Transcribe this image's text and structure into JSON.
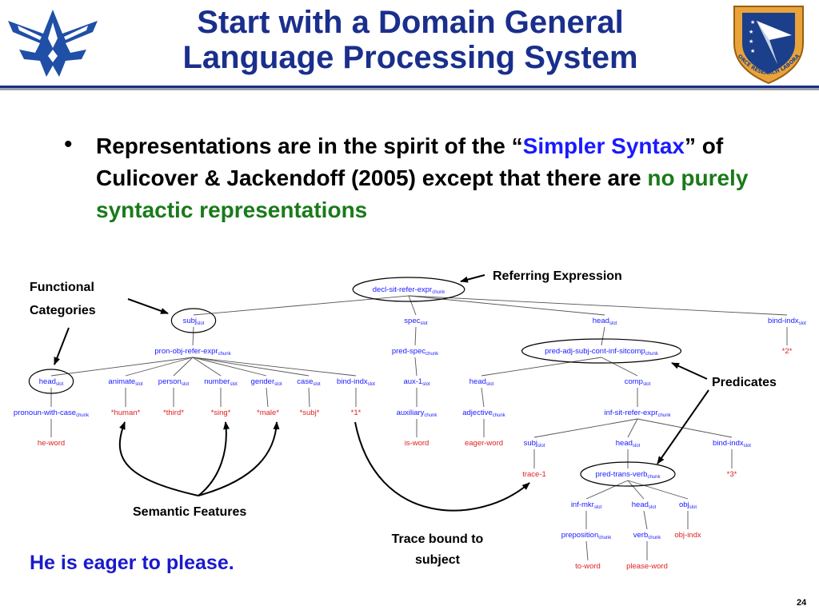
{
  "title": {
    "line1": "Start with a Domain General",
    "line2": "Language Processing System"
  },
  "bullet": {
    "part1": "Representations are in the spirit of the “",
    "term1": "Simpler Syntax",
    "part2": "” of Culicover & Jackendoff (2005) except that there are ",
    "term2": "no purely syntactic representations"
  },
  "annotations": {
    "functional_categories": "Functional Categories",
    "referring_expression": "Referring Expression",
    "predicates": "Predicates",
    "semantic_features": "Semantic Features",
    "trace_bound": "Trace bound to subject"
  },
  "sentence": "He is eager to please.",
  "page_number": "24",
  "colors": {
    "title": "#1a2f8c",
    "node_blue": "#1a1aff",
    "node_red": "#e02020",
    "simpler_syntax": "#1a1aff",
    "no_purely_syntactic": "#1a7a1a",
    "sentence": "#1a1acc",
    "rule_navy": "#1a2f8c",
    "rule_gray": "#9aa0a6"
  },
  "icons": {
    "left_logo": "air-force-wings-logo",
    "right_logo": "air-force-research-laboratory-seal"
  },
  "seal_text": "AIR FORCE RESEARCH LABORATORY",
  "tree": {
    "nodes": {
      "root": {
        "label": "decl-sit-refer-expr",
        "sub": "chunk",
        "color": "blue"
      },
      "subj1": {
        "label": "subj",
        "sub": "slot",
        "color": "blue"
      },
      "spec1": {
        "label": "spec",
        "sub": "slot",
        "color": "blue"
      },
      "head1": {
        "label": "head",
        "sub": "slot",
        "color": "blue"
      },
      "bindindx1": {
        "label": "bind-indx",
        "sub": "slot",
        "color": "blue"
      },
      "pron_obj": {
        "label": "pron-obj-refer-expr",
        "sub": "chunk",
        "color": "blue"
      },
      "pred_spec": {
        "label": "pred-spec",
        "sub": "chunk",
        "color": "blue"
      },
      "pred_adj": {
        "label": "pred-adj-subj-cont-inf-sitcomp",
        "sub": "chunk",
        "color": "blue"
      },
      "two": {
        "label": "*2*",
        "sub": "",
        "color": "red"
      },
      "head2": {
        "label": "head",
        "sub": "slot",
        "color": "blue"
      },
      "animate": {
        "label": "animate",
        "sub": "slot",
        "color": "blue"
      },
      "person": {
        "label": "person",
        "sub": "slot",
        "color": "blue"
      },
      "number": {
        "label": "number",
        "sub": "slot",
        "color": "blue"
      },
      "gender": {
        "label": "gender",
        "sub": "slot",
        "color": "blue"
      },
      "case": {
        "label": "case",
        "sub": "slot",
        "color": "blue"
      },
      "bindindx2": {
        "label": "bind-indx",
        "sub": "slot",
        "color": "blue"
      },
      "aux1": {
        "label": "aux-1",
        "sub": "slot",
        "color": "blue"
      },
      "head3": {
        "label": "head",
        "sub": "slot",
        "color": "blue"
      },
      "comp": {
        "label": "comp",
        "sub": "slot",
        "color": "blue"
      },
      "pronoun_case": {
        "label": "pronoun-with-case",
        "sub": "chunk",
        "color": "blue"
      },
      "human": {
        "label": "*human*",
        "sub": "",
        "color": "red"
      },
      "third": {
        "label": "*third*",
        "sub": "",
        "color": "red"
      },
      "sing": {
        "label": "*sing*",
        "sub": "",
        "color": "red"
      },
      "male": {
        "label": "*male*",
        "sub": "",
        "color": "red"
      },
      "subjv": {
        "label": "*subj*",
        "sub": "",
        "color": "red"
      },
      "one": {
        "label": "*1*",
        "sub": "",
        "color": "red"
      },
      "auxiliary": {
        "label": "auxiliary",
        "sub": "chunk",
        "color": "blue"
      },
      "adjective": {
        "label": "adjective",
        "sub": "chunk",
        "color": "blue"
      },
      "inf_sit": {
        "label": "inf-sit-refer-expr",
        "sub": "chunk",
        "color": "blue"
      },
      "he_word": {
        "label": "he-word",
        "sub": "",
        "color": "red"
      },
      "is_word": {
        "label": "is-word",
        "sub": "",
        "color": "red"
      },
      "eager_word": {
        "label": "eager-word",
        "sub": "",
        "color": "red"
      },
      "subj2": {
        "label": "subj",
        "sub": "slot",
        "color": "blue"
      },
      "head4": {
        "label": "head",
        "sub": "slot",
        "color": "blue"
      },
      "bindindx3": {
        "label": "bind-indx",
        "sub": "slot",
        "color": "blue"
      },
      "trace1": {
        "label": "trace-1",
        "sub": "",
        "color": "red"
      },
      "pred_trans": {
        "label": "pred-trans-verb",
        "sub": "chunk",
        "color": "blue"
      },
      "three": {
        "label": "*3*",
        "sub": "",
        "color": "red"
      },
      "infmkr": {
        "label": "inf-mkr",
        "sub": "slot",
        "color": "blue"
      },
      "head5": {
        "label": "head",
        "sub": "slot",
        "color": "blue"
      },
      "obj": {
        "label": "obj",
        "sub": "slot",
        "color": "blue"
      },
      "preposition": {
        "label": "preposition",
        "sub": "chunk",
        "color": "blue"
      },
      "verb": {
        "label": "verb",
        "sub": "chunk",
        "color": "blue"
      },
      "obj_indx": {
        "label": "obj-indx",
        "sub": "",
        "color": "red"
      },
      "to_word": {
        "label": "to-word",
        "sub": "",
        "color": "red"
      },
      "please_word": {
        "label": "please-word",
        "sub": "",
        "color": "red"
      }
    },
    "edges": [
      [
        "root",
        "subj1"
      ],
      [
        "root",
        "spec1"
      ],
      [
        "root",
        "head1"
      ],
      [
        "root",
        "bindindx1"
      ],
      [
        "subj1",
        "pron_obj"
      ],
      [
        "spec1",
        "pred_spec"
      ],
      [
        "head1",
        "pred_adj"
      ],
      [
        "bindindx1",
        "two"
      ],
      [
        "pron_obj",
        "head2"
      ],
      [
        "pron_obj",
        "animate"
      ],
      [
        "pron_obj",
        "person"
      ],
      [
        "pron_obj",
        "number"
      ],
      [
        "pron_obj",
        "gender"
      ],
      [
        "pron_obj",
        "case"
      ],
      [
        "pron_obj",
        "bindindx2"
      ],
      [
        "pred_spec",
        "aux1"
      ],
      [
        "pred_adj",
        "head3"
      ],
      [
        "pred_adj",
        "comp"
      ],
      [
        "head2",
        "pronoun_case"
      ],
      [
        "animate",
        "human"
      ],
      [
        "person",
        "third"
      ],
      [
        "number",
        "sing"
      ],
      [
        "gender",
        "male"
      ],
      [
        "case",
        "subjv"
      ],
      [
        "bindindx2",
        "one"
      ],
      [
        "aux1",
        "auxiliary"
      ],
      [
        "head3",
        "adjective"
      ],
      [
        "comp",
        "inf_sit"
      ],
      [
        "pronoun_case",
        "he_word"
      ],
      [
        "auxiliary",
        "is_word"
      ],
      [
        "adjective",
        "eager_word"
      ],
      [
        "inf_sit",
        "subj2"
      ],
      [
        "inf_sit",
        "head4"
      ],
      [
        "inf_sit",
        "bindindx3"
      ],
      [
        "subj2",
        "trace1"
      ],
      [
        "head4",
        "pred_trans"
      ],
      [
        "bindindx3",
        "three"
      ],
      [
        "pred_trans",
        "infmkr"
      ],
      [
        "pred_trans",
        "head5"
      ],
      [
        "pred_trans",
        "obj"
      ],
      [
        "infmkr",
        "preposition"
      ],
      [
        "head5",
        "verb"
      ],
      [
        "obj",
        "obj_indx"
      ],
      [
        "preposition",
        "to_word"
      ],
      [
        "verb",
        "please_word"
      ]
    ],
    "circled": [
      "root",
      "subj1",
      "pred_adj",
      "head2",
      "pred_trans"
    ]
  }
}
